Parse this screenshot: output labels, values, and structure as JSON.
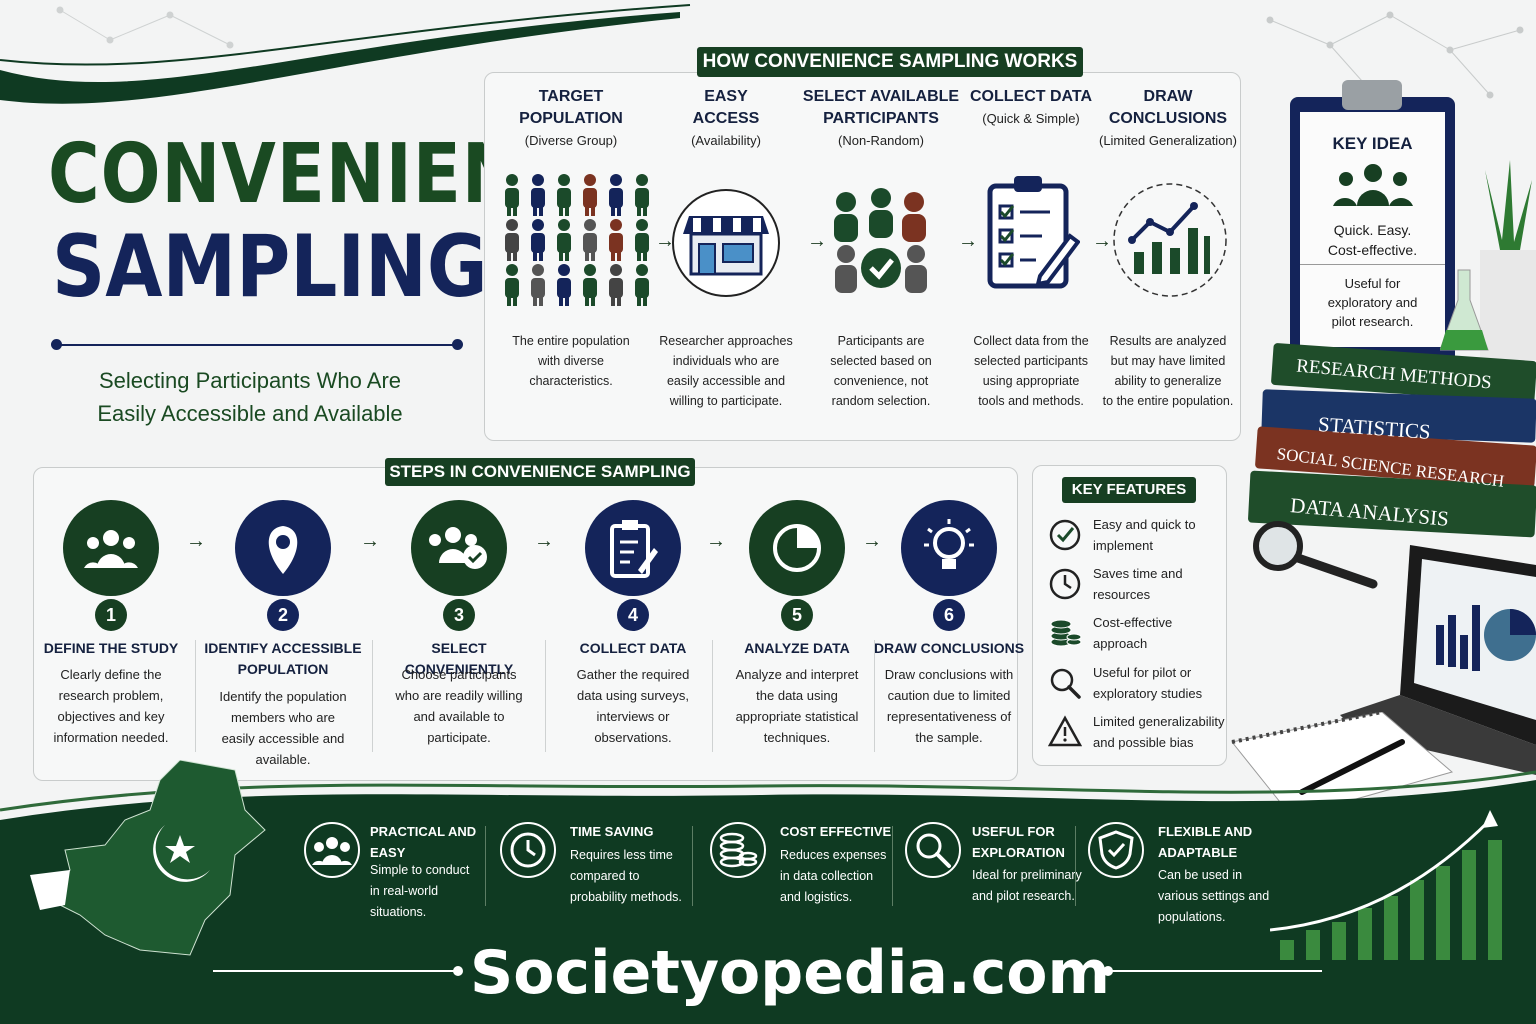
{
  "title": {
    "line1": "CONVENIENCE",
    "line2": "SAMPLING",
    "subtitle_l1": "Selecting Participants Who Are",
    "subtitle_l2": "Easily Accessible and Available"
  },
  "how": {
    "heading": "HOW CONVENIENCE SAMPLING WORKS",
    "cols": [
      {
        "t1": "TARGET",
        "t2": "POPULATION",
        "sub": "(Diverse Group)",
        "d": [
          "The entire population",
          "with diverse",
          "characteristics."
        ]
      },
      {
        "t1": "EASY",
        "t2": "ACCESS",
        "sub": "(Availability)",
        "d": [
          "Researcher approaches",
          "individuals who are",
          "easily accessible and",
          "willing to participate."
        ]
      },
      {
        "t1": "SELECT AVAILABLE",
        "t2": "PARTICIPANTS",
        "sub": "(Non-Random)",
        "d": [
          "Participants are",
          "selected based on",
          "convenience, not",
          "random selection."
        ]
      },
      {
        "t1": "COLLECT DATA",
        "t2": "",
        "sub": "(Quick & Simple)",
        "d": [
          "Collect data from the",
          "selected participants",
          "using appropriate",
          "tools and methods."
        ]
      },
      {
        "t1": "DRAW",
        "t2": "CONCLUSIONS",
        "sub": "(Limited Generalization)",
        "d": [
          "Results are analyzed",
          "but may have limited",
          "ability to generalize",
          "to the entire population."
        ]
      }
    ]
  },
  "key_idea": {
    "title": "KEY IDEA",
    "l1": "Quick. Easy.",
    "l2": "Cost-effective.",
    "d1": "Useful for",
    "d2": "exploratory and",
    "d3": "pilot research."
  },
  "books": [
    "RESEARCH METHODS",
    "STATISTICS",
    "SOCIAL SCIENCE RESEARCH",
    "DATA ANALYSIS"
  ],
  "steps": {
    "heading": "STEPS IN CONVENIENCE SAMPLING",
    "items": [
      {
        "n": "1",
        "t1": "DEFINE THE STUDY",
        "t2": "",
        "d": [
          "Clearly define the",
          "research problem,",
          "objectives and key",
          "information needed."
        ]
      },
      {
        "n": "2",
        "t1": "IDENTIFY ACCESSIBLE",
        "t2": "POPULATION",
        "d": [
          "Identify the population",
          "members who are",
          "easily accessible and",
          "available."
        ]
      },
      {
        "n": "3",
        "t1": "SELECT CONVENIENTLY",
        "t2": "",
        "d": [
          "Choose participants",
          "who are readily willing",
          "and available to",
          "participate."
        ]
      },
      {
        "n": "4",
        "t1": "COLLECT DATA",
        "t2": "",
        "d": [
          "Gather the required",
          "data using surveys,",
          "interviews or",
          "observations."
        ]
      },
      {
        "n": "5",
        "t1": "ANALYZE DATA",
        "t2": "",
        "d": [
          "Analyze and interpret",
          "the data using",
          "appropriate statistical",
          "techniques."
        ]
      },
      {
        "n": "6",
        "t1": "DRAW CONCLUSIONS",
        "t2": "",
        "d": [
          "Draw conclusions with",
          "caution due to limited",
          "representativeness of",
          "the sample."
        ]
      }
    ]
  },
  "features": {
    "heading": "KEY FEATURES",
    "items": [
      {
        "l1": "Easy and quick to",
        "l2": "implement"
      },
      {
        "l1": "Saves time and",
        "l2": "resources"
      },
      {
        "l1": "Cost-effective",
        "l2": "approach"
      },
      {
        "l1": "Useful for pilot or",
        "l2": "exploratory studies"
      },
      {
        "l1": "Limited generalizability",
        "l2": "and possible bias"
      }
    ]
  },
  "benefits": [
    {
      "t1": "PRACTICAL AND",
      "t2": "EASY",
      "d": [
        "Simple to conduct",
        "in real-world",
        "situations."
      ]
    },
    {
      "t1": "TIME SAVING",
      "t2": "",
      "d": [
        "Requires less time",
        "compared to",
        "probability methods."
      ]
    },
    {
      "t1": "COST EFFECTIVE",
      "t2": "",
      "d": [
        "Reduces expenses",
        "in data collection",
        "and logistics."
      ]
    },
    {
      "t1": "USEFUL FOR",
      "t2": "EXPLORATION",
      "d": [
        "Ideal for preliminary",
        "and pilot research."
      ]
    },
    {
      "t1": "FLEXIBLE AND",
      "t2": "ADAPTABLE",
      "d": [
        "Can be used in",
        "various settings and",
        "populations."
      ]
    }
  ],
  "site": "Societyopedia.com",
  "colors": {
    "green": "#173f22",
    "navy": "#14245a",
    "dark_band": "#0f3a22"
  }
}
